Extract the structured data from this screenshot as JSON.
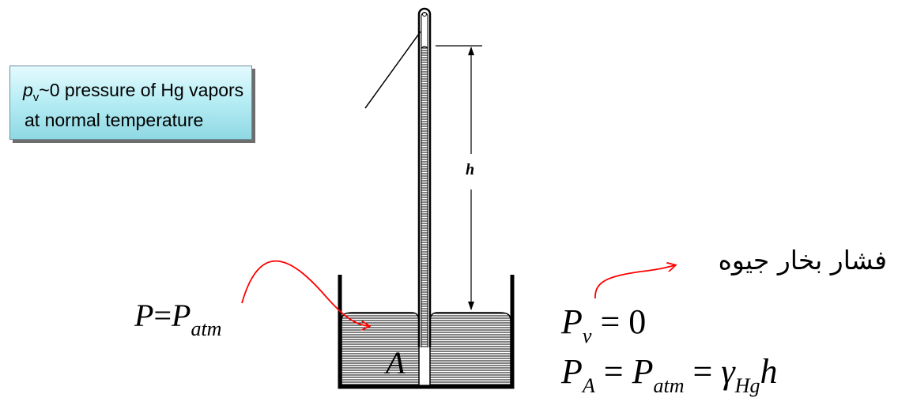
{
  "callout": {
    "pv_symbol": "p",
    "pv_subscript": "v",
    "line1_rest": "~0 pressure of Hg vapors",
    "line2": "at normal temperature"
  },
  "labels": {
    "h": "h",
    "A": "A",
    "vapor_pressure_fa": "فشار بخار جیوه"
  },
  "equations": {
    "patm": {
      "P": "P",
      "eq": "=",
      "Patm": "P",
      "atm_sub": "atm"
    },
    "pv": {
      "P": "P",
      "sub": "v",
      "eq": "=",
      "value": "0"
    },
    "pa": {
      "P": "P",
      "A_sub": "A",
      "eq1": "=",
      "Patm": "P",
      "atm_sub": "atm",
      "eq2": "=",
      "gamma": "γ",
      "Hg_sub": "Hg",
      "h": "h"
    }
  },
  "colors": {
    "arrow": "#ff0000",
    "callout_top": "#e4fafd",
    "callout_bottom": "#8fd8e3",
    "ink": "#000000"
  }
}
